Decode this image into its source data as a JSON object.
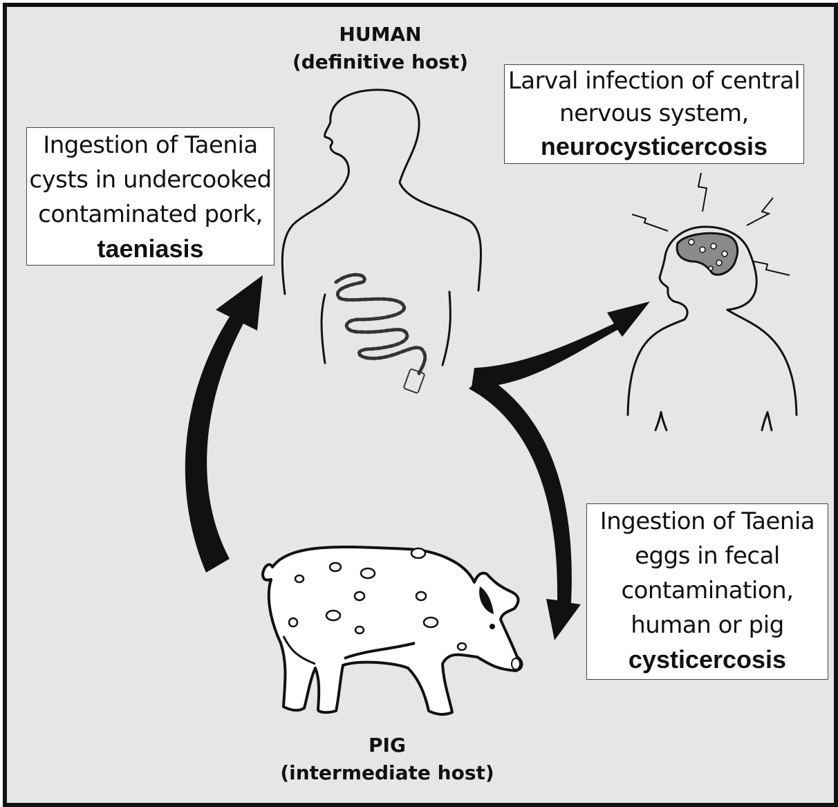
{
  "human": {
    "title": "HUMAN",
    "subtitle": "(definitive host)"
  },
  "pig": {
    "title": "PIG",
    "subtitle": "(intermediate host)"
  },
  "taeniasis_box": {
    "lines": [
      "Ingestion of Taenia",
      "cysts in undercooked",
      "contaminated pork,"
    ],
    "emphasis": "taeniasis"
  },
  "neuro_box": {
    "lines": [
      "Larval infection of central",
      "nervous system,"
    ],
    "emphasis": "neurocysticercosis"
  },
  "cysticercosis_box": {
    "lines": [
      "Ingestion of Taenia",
      "eggs in fecal",
      "contamination,",
      "human or pig"
    ],
    "emphasis": "cysticercosis"
  },
  "colors": {
    "background": "#e6e6e6",
    "border": "#111111",
    "box": "#ffffff",
    "brain": "#8a8a8a"
  }
}
